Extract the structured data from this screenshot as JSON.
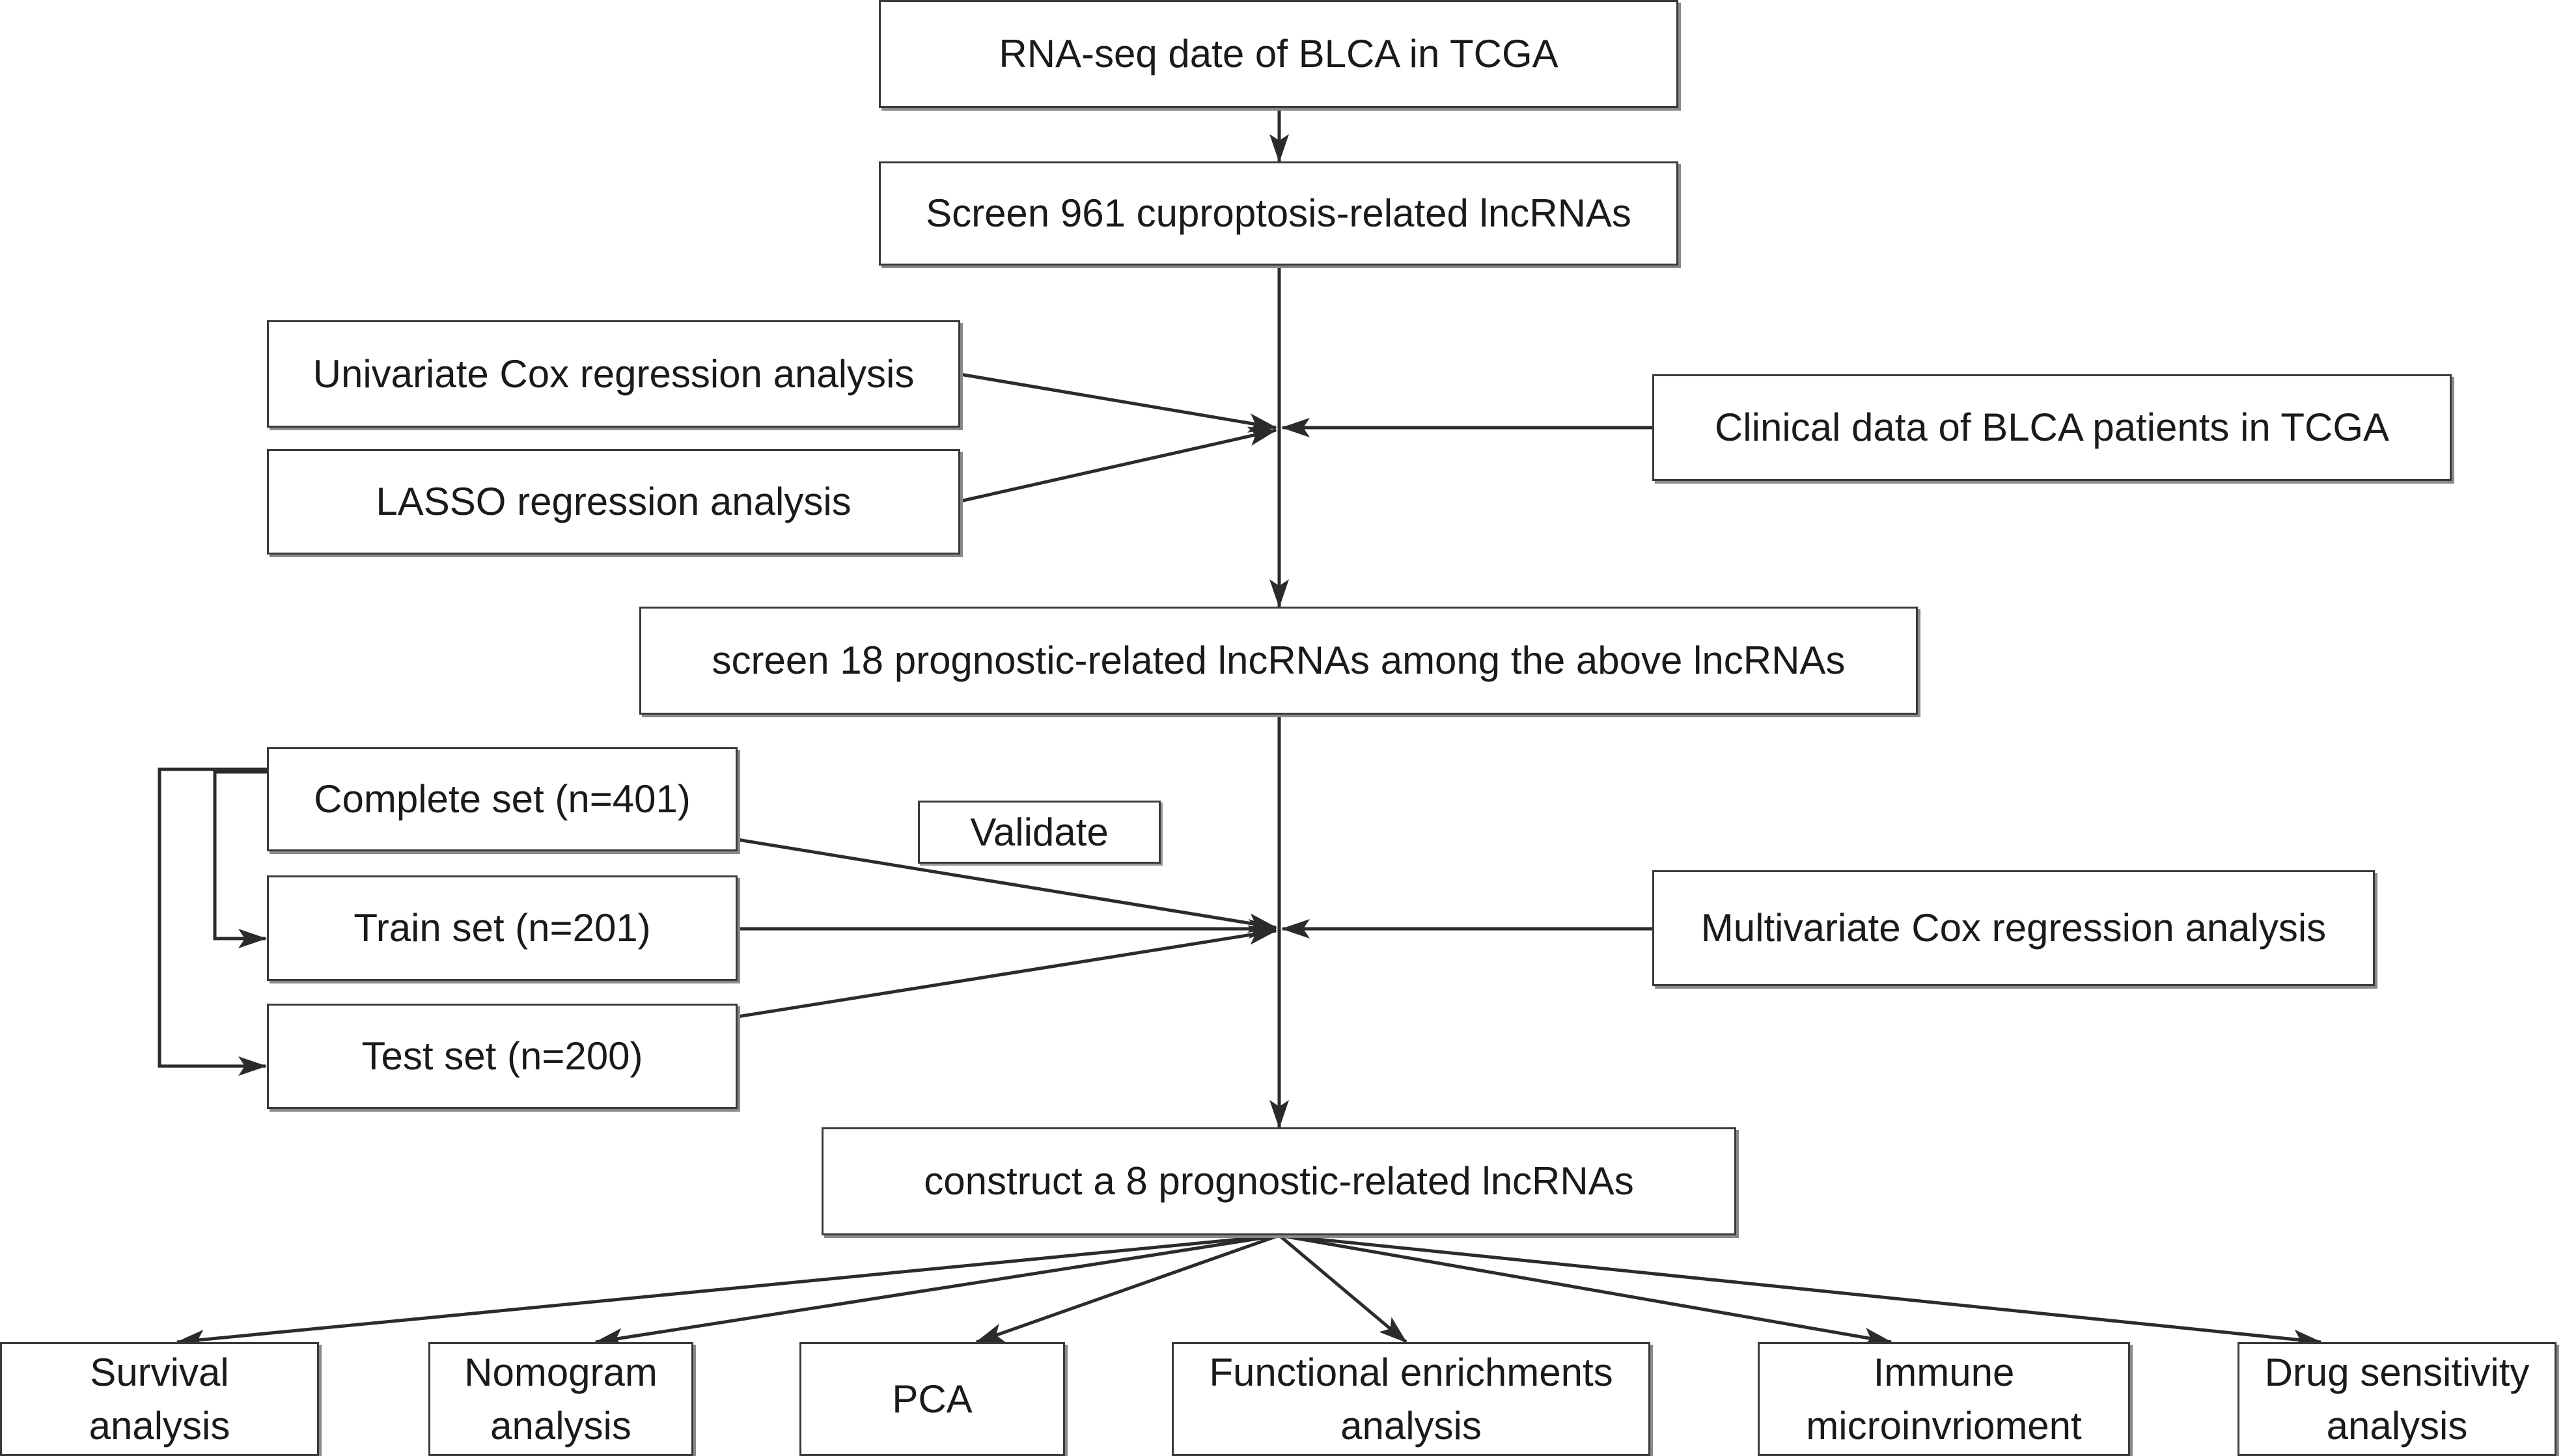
{
  "nodes": {
    "rna_seq": "RNA-seq date  of BLCA  in TCGA",
    "screen961": "Screen 961 cuproptosis-related  lncRNAs",
    "univariate": "Univariate Cox regression analysis",
    "lasso": "LASSO regression analysis",
    "clinical": "Clinical data of BLCA patients in TCGA",
    "screen18": "screen 18 prognostic-related lncRNAs among the above lncRNAs",
    "complete": "Complete set (n=401)",
    "train": "Train set (n=201)",
    "test": "Test set (n=200)",
    "validate": "Validate",
    "multivariate": "Multivariate Cox regression analysis",
    "construct": "construct a 8 prognostic-related lncRNAs",
    "survival": "Survival\nanalysis",
    "nomogram": "Nomogram\nanalysis",
    "pca": "PCA",
    "functional": "Functional enrichments\nanalysis",
    "immune": "Immune\nmicroinvrioment",
    "drug": "Drug sensitivity\nanalysis"
  },
  "colors": {
    "line": "#2b2b2b",
    "border": "#3a3a3a",
    "shadow": "#8a8a8a",
    "text": "#1a1a1a"
  }
}
